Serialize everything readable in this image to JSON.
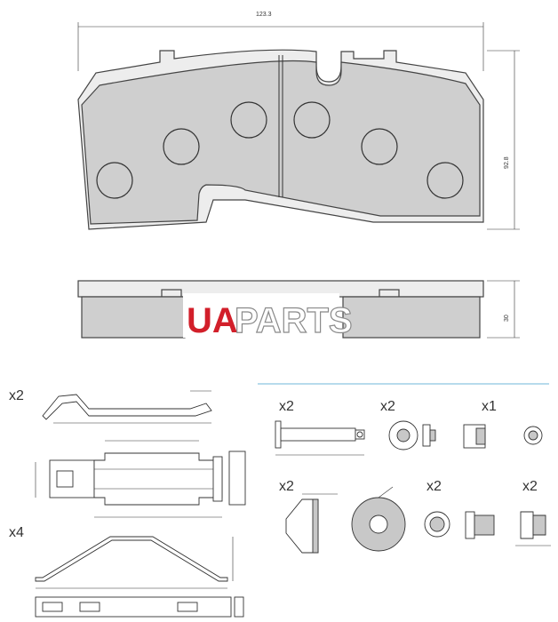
{
  "brand": {
    "logo_left": "UA",
    "logo_right": "PARTS",
    "accent_color": "#d21f2a"
  },
  "pad": {
    "width_label": "123.3",
    "height_label": "92.8",
    "thickness_label": "30"
  },
  "kit": {
    "qty_springs": "x2",
    "qty_clips": "x4",
    "qty_pins": "x2",
    "qty_washers": "x2",
    "qty_cap": "x1",
    "qty_bushings": "x2",
    "qty_sleeves": "x2",
    "qty_clip_small": "x2",
    "colors": {
      "separator": "#6fb7d8",
      "pad_fill": "#cfcfcf"
    }
  }
}
